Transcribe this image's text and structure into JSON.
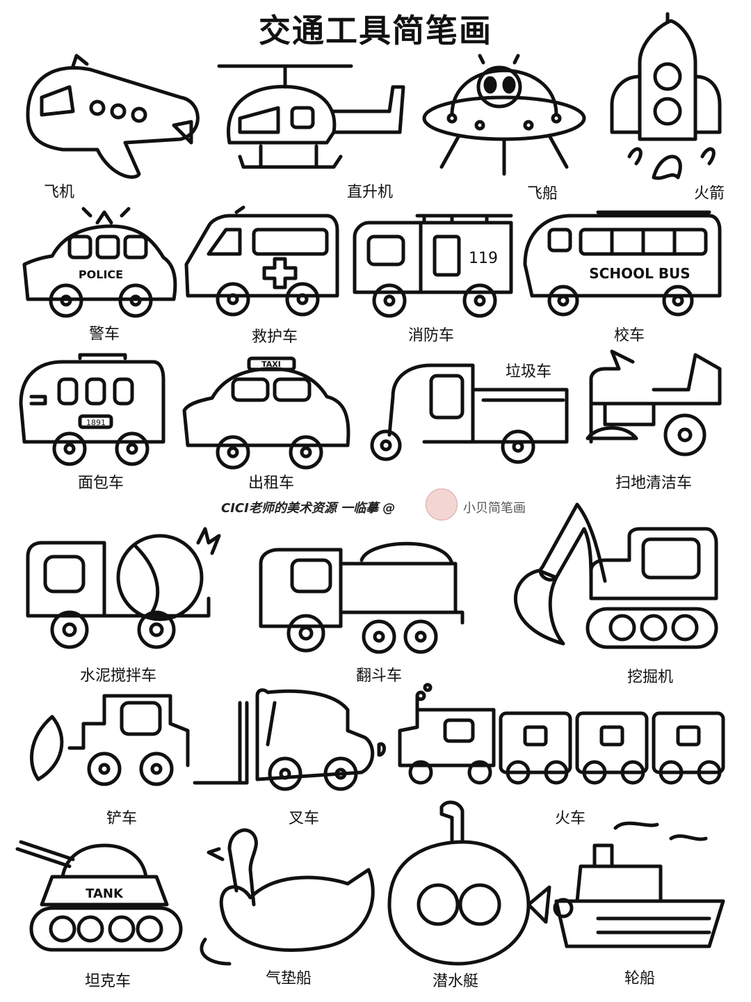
{
  "title": "交通工具简笔画",
  "labels": {
    "plane": "飞机",
    "helicopter": "直升机",
    "spaceship": "飞船",
    "rocket": "火箭",
    "police": "警车",
    "ambulance": "救护车",
    "firetruck": "消防车",
    "schoolbus": "校车",
    "minibus": "面包车",
    "taxi": "出租车",
    "garbage": "垃圾车",
    "sweeper": "扫地清洁车",
    "mixer": "水泥搅拌车",
    "dumptruck": "翻斗车",
    "excavator": "挖掘机",
    "bulldozer": "铲车",
    "forklift": "叉车",
    "train": "火车",
    "tank": "坦克车",
    "swanboat": "气垫船",
    "submarine": "潜水艇",
    "ship": "轮船"
  },
  "vehicle_text": {
    "police_sign": "POLICE",
    "fire_number": "119",
    "bus_sign": "SCHOOL BUS",
    "minibus_plate": "1891",
    "taxi_sign": "TAXI",
    "tank_sign": "TANK"
  },
  "credit": "CICI老师的美术资源 一临摹 @",
  "brand": "小贝简笔画"
}
